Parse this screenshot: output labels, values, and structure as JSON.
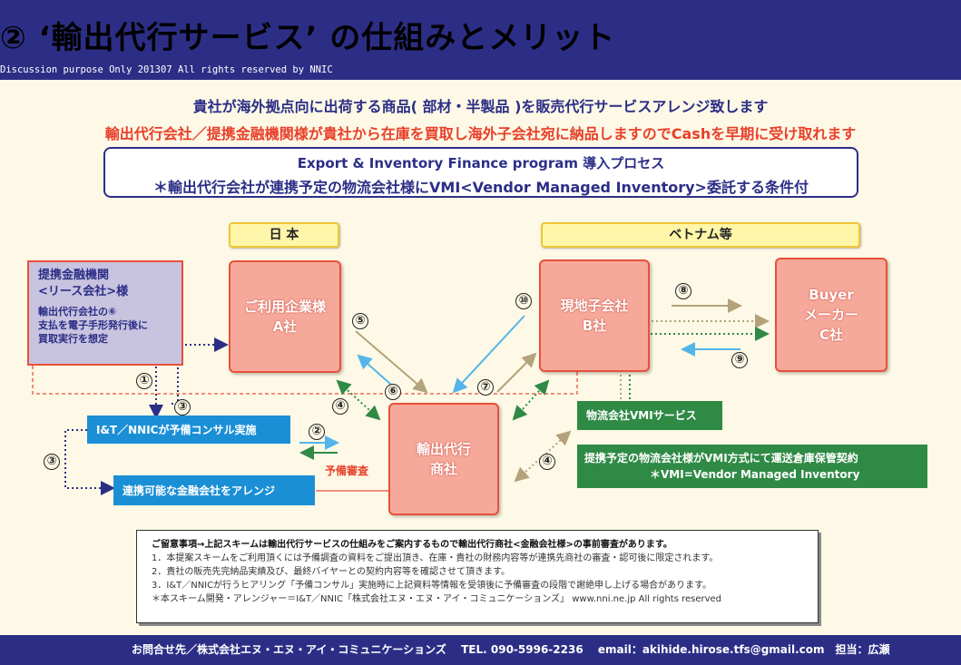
{
  "header": {
    "title": "② ‘輸出代行サービス’ の仕組みとメリット",
    "subline": "Discussion purpose Only 201307      All rights reserved by NNIC"
  },
  "intro": {
    "line1": "貴社が海外拠点向に出荷する商品( 部材・半製品 )を販売代行サービスアレンジ致します",
    "line2": "輸出代行会社／提携金融機関様が貴社から在庫を買取し海外子会社宛に納品しますのでCashを早期に受け取れます"
  },
  "program": {
    "line1": "Export & Inventory Finance program 導入プロセス",
    "line2": "＊輸出代行会社が連携予定の物流会社様にVMI<Vendor Managed Inventory>委託する条件付"
  },
  "regions": {
    "japan": "日 本",
    "vietnam": "ベトナム等"
  },
  "finance_box": {
    "title1": "提携金融機関",
    "title2": "<リース会社>様",
    "sub1": "輸出代行会社の⑥",
    "sub2": "支払を電子手形発行後に",
    "sub3": "買取実行を想定"
  },
  "entities": {
    "client": [
      "ご利用企業様",
      "A社"
    ],
    "exporter": [
      "輸出代行",
      "商社"
    ],
    "subsidiary": [
      "現地子会社",
      "B社"
    ],
    "buyer": [
      "Buyer",
      "メーカー",
      "C社"
    ]
  },
  "boxes": {
    "consult": "I&T／NNICが予備コンサル実施",
    "arrange": "連携可能な金融会社をアレンジ",
    "logistics": "物流会社VMIサービス",
    "contract1": "提携予定の物流会社様がVMI方式にて運送倉庫保管契約",
    "contract2": "＊VMI=Vendor Managed Inventory"
  },
  "labels": {
    "screening": "予備審査",
    "n1": "①",
    "n2": "②",
    "n3": "③",
    "n4": "④",
    "n5": "⑤",
    "n6": "⑥",
    "n7": "⑦",
    "n8": "⑧",
    "n9": "⑨",
    "n10": "⑩"
  },
  "notes": {
    "head": "ご留意事項→上記スキームは輸出代行サービスの仕組みをご案内するもので輸出代行商社<金融会社様>の事前審査があります。",
    "items": [
      "1．本提案スキームをご利用頂くには予備調査の資料をご提出頂き、在庫・貴社の財務内容等が連携先商社の審査・認可後に限定されます。",
      "2．貴社の販売先完納品実績及び、最終バイヤーとの契約内容等を確認させて頂きます。",
      "3．I&T／NNICが行うヒアリング「予備コンサル」実施時に上記資料等情報を受領後に予備審査の段階で謝絶申し上げる場合があります。",
      "＊本スキーム開発・アレンジャー＝I&T／NNIC「株式会社エヌ・エヌ・アイ・コミュニケーションズ」 www.nni.ne.jp All rights reserved"
    ]
  },
  "footer": {
    "text": "お問合せ先／株式会社エヌ・エヌ・アイ・コミュニケーションズ　 TEL. 090-5996-2236　 email：akihide.hirose.tfs@gmail.com　担当：広瀬"
  },
  "colors": {
    "navy": "#2c2e86",
    "red": "#e8402a",
    "pink": "#f6a99b",
    "blue": "#1b8fd6",
    "green": "#2f8a45",
    "tan": "#b3a27a",
    "lightblue": "#55b4ea"
  }
}
